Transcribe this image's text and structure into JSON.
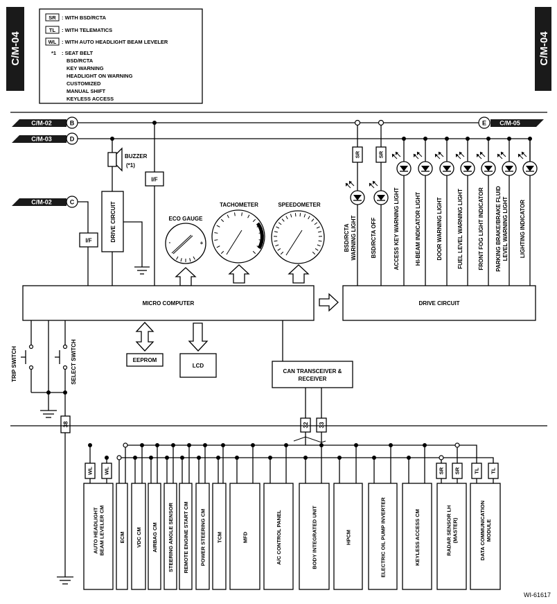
{
  "page_tags": {
    "left": "C/M-04",
    "right": "C/M-04"
  },
  "legend": {
    "sr": {
      "code": "SR",
      "text": ": WITH BSD/RCTA"
    },
    "tl": {
      "code": "TL",
      "text": ": WITH TELEMATICS"
    },
    "wl": {
      "code": "WL",
      "text": ": WITH AUTO HEADLIGHT BEAM LEVELER"
    },
    "note": {
      "mark": "*1",
      "text": ": SEAT BELT"
    },
    "note_items": [
      "BSD/RCTA",
      "KEY WARNING",
      "HEADLIGHT ON WARNING",
      "CUSTOMIZED",
      "MANUAL SHIFT",
      "KEYLESS ACCESS"
    ]
  },
  "connectors": {
    "b": {
      "ref": "C/M-02",
      "letter": "B"
    },
    "d": {
      "ref": "C/M-03",
      "letter": "D"
    },
    "c": {
      "ref": "C/M-02",
      "letter": "C"
    },
    "e": {
      "ref": "C/M-05",
      "letter": "E"
    }
  },
  "blocks": {
    "buzzer": "BUZZER",
    "buzzer_note": "(*1)",
    "if_label": "I/F",
    "drive_circuit_left": "DRIVE CIRCUIT",
    "micro_computer": "MICRO COMPUTER",
    "drive_circuit_right": "DRIVE CIRCUIT",
    "eeprom": "EEPROM",
    "lcd": "LCD",
    "can_line1": "CAN TRANSCEIVER &",
    "can_line2": "RECEIVER",
    "trip_switch": "TRIP SWITCH",
    "select_switch": "SELECT SWITCH"
  },
  "gauges": {
    "eco": {
      "label": "ECO GAUGE",
      "minus": "-",
      "plus": "+"
    },
    "tach": {
      "label": "TACHOMETER"
    },
    "speed": {
      "label": "SPEEDOMETER"
    }
  },
  "indicators": [
    {
      "label": "BSD/RCTA|WARNING LIGHT",
      "tag": "SR"
    },
    {
      "label": "BSD/RCTA OFF",
      "tag": "SR"
    },
    {
      "label": "ACCESS KEY WARNING LIGHT"
    },
    {
      "label": "HI-BEAM INDICATOR LIGHT"
    },
    {
      "label": "DOOR WARNING LIGHT"
    },
    {
      "label": "FUEL LEVEL WARNING LIGHT"
    },
    {
      "label": "FRONT FOG LIGHT INDICATOR"
    },
    {
      "label": "PARKING BRAKE/BRAKE FLUID|LEVEL WARNING LIGHT"
    },
    {
      "label": "LIGHTING INDICATOR"
    }
  ],
  "pins": {
    "p38": "38",
    "p32": "32",
    "p33": "33"
  },
  "modules": [
    {
      "label": "AUTO HEADLIGHT|BEAM LEVELER CM",
      "tags": [
        "WL",
        "WL"
      ]
    },
    {
      "label": "ECM"
    },
    {
      "label": "VDC CM"
    },
    {
      "label": "AIRBAG CM"
    },
    {
      "label": "STEERING ANGLE SENSOR"
    },
    {
      "label": "REMOTE ENGINE START CM"
    },
    {
      "label": "POWER STEERING CM"
    },
    {
      "label": "TCM"
    },
    {
      "label": "MFD"
    },
    {
      "label": "A/C CONTROL PANEL"
    },
    {
      "label": "BODY INTEGRATED UNIT"
    },
    {
      "label": "HPCM"
    },
    {
      "label": "ELECTRIC OIL PUMP INVERTER"
    },
    {
      "label": "KEYLESS ACCESS CM"
    },
    {
      "label": "RADAR SENSOR LH|(MASTER)",
      "tags": [
        "SR",
        "SR"
      ]
    },
    {
      "label": "DATA COMMUNICATION|MODULE",
      "tags": [
        "TL",
        "TL"
      ]
    }
  ],
  "figure_id": "WI-61617"
}
